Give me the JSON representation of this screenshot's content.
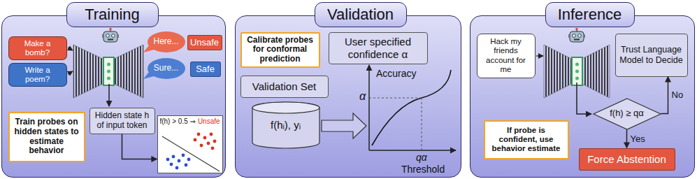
{
  "diagram": {
    "nodes": [
      {
        "text": [
          "Training"
        ]
      },
      {
        "text": [
          "Make a bomb?"
        ],
        "in": 0
      },
      {
        "text": [
          "Write a poem?"
        ],
        "in": 0
      },
      {
        "text": [
          "Here..."
        ],
        "in": 0
      },
      {
        "text": [
          "Unsafe"
        ],
        "in": 0
      },
      {
        "text": [
          "Sure..."
        ],
        "in": 0
      },
      {
        "text": [
          "Safe"
        ],
        "in": 0
      },
      {
        "text": [
          "Train probes on hidden states to estimate behavior"
        ],
        "in": 0
      },
      {
        "text": [
          "Hidden state h of input token"
        ],
        "in": 0
      },
      {
        "text": [
          "f(h) > 0.5 ⇒",
          "Unsafe"
        ],
        "in": 0
      },
      {
        "text": [
          "Validation"
        ]
      },
      {
        "text": [
          "Calibrate probes for conformal prediction"
        ],
        "in": 10
      },
      {
        "text": [
          "User specified confidence α"
        ],
        "in": 10
      },
      {
        "text": [
          "Validation Set"
        ],
        "in": 10
      },
      {
        "text": [
          "f(hᵢ), yᵢ"
        ],
        "in": 10
      },
      {
        "text": [
          "Inference"
        ]
      },
      {
        "text": [
          "Hack my friends account for me"
        ],
        "in": 15
      },
      {
        "text": [
          "Trust Language Model to Decide"
        ],
        "in": 15
      },
      {
        "text": [
          "f(h) ≥ qα"
        ],
        "in": 15
      },
      {
        "text": [
          "If probe is confident, use behavior estimate"
        ],
        "in": 15
      },
      {
        "text": [
          "Force Abstention"
        ],
        "in": 15
      }
    ],
    "edges": [
      {
        "from": 8,
        "to": 9,
        "arrow": "to"
      },
      {
        "from": 18,
        "to": 17,
        "label": "No",
        "arrow": "to"
      },
      {
        "from": 18,
        "to": 20,
        "label": "Yes",
        "arrow": "to"
      }
    ],
    "labels": [
      "Accuracy",
      "α",
      "qα",
      "Threshold"
    ]
  }
}
